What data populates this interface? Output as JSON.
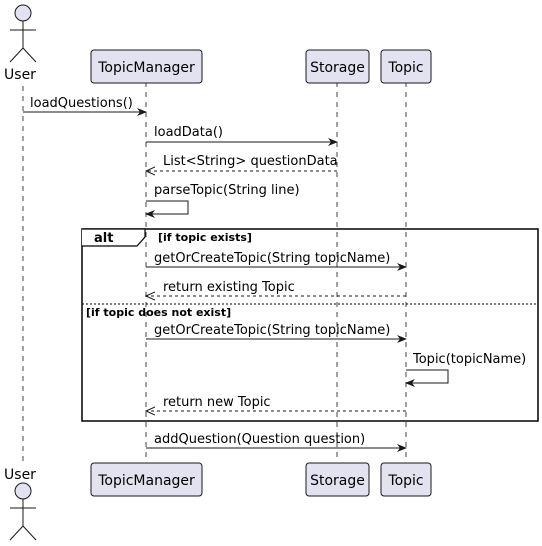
{
  "participants": {
    "user": "User",
    "topic_manager": "TopicManager",
    "storage": "Storage",
    "topic": "Topic"
  },
  "messages": {
    "load_questions": "loadQuestions()",
    "load_data": "loadData()",
    "question_data": "List<String> questionData",
    "parse_topic": "parseTopic(String line)",
    "get_or_create_1": "getOrCreateTopic(String topicName)",
    "return_existing": "return existing Topic",
    "get_or_create_2": "getOrCreateTopic(String topicName)",
    "topic_ctor": "Topic(topicName)",
    "return_new": "return new Topic",
    "add_question": "addQuestion(Question question)"
  },
  "alt_fragment": {
    "keyword": "alt",
    "guard_1": "[if topic exists]",
    "guard_2": "[if topic does not exist]"
  },
  "colors": {
    "participant_fill": "#E2E2F0",
    "participant_border": "#181818",
    "lifeline": "#181818"
  }
}
